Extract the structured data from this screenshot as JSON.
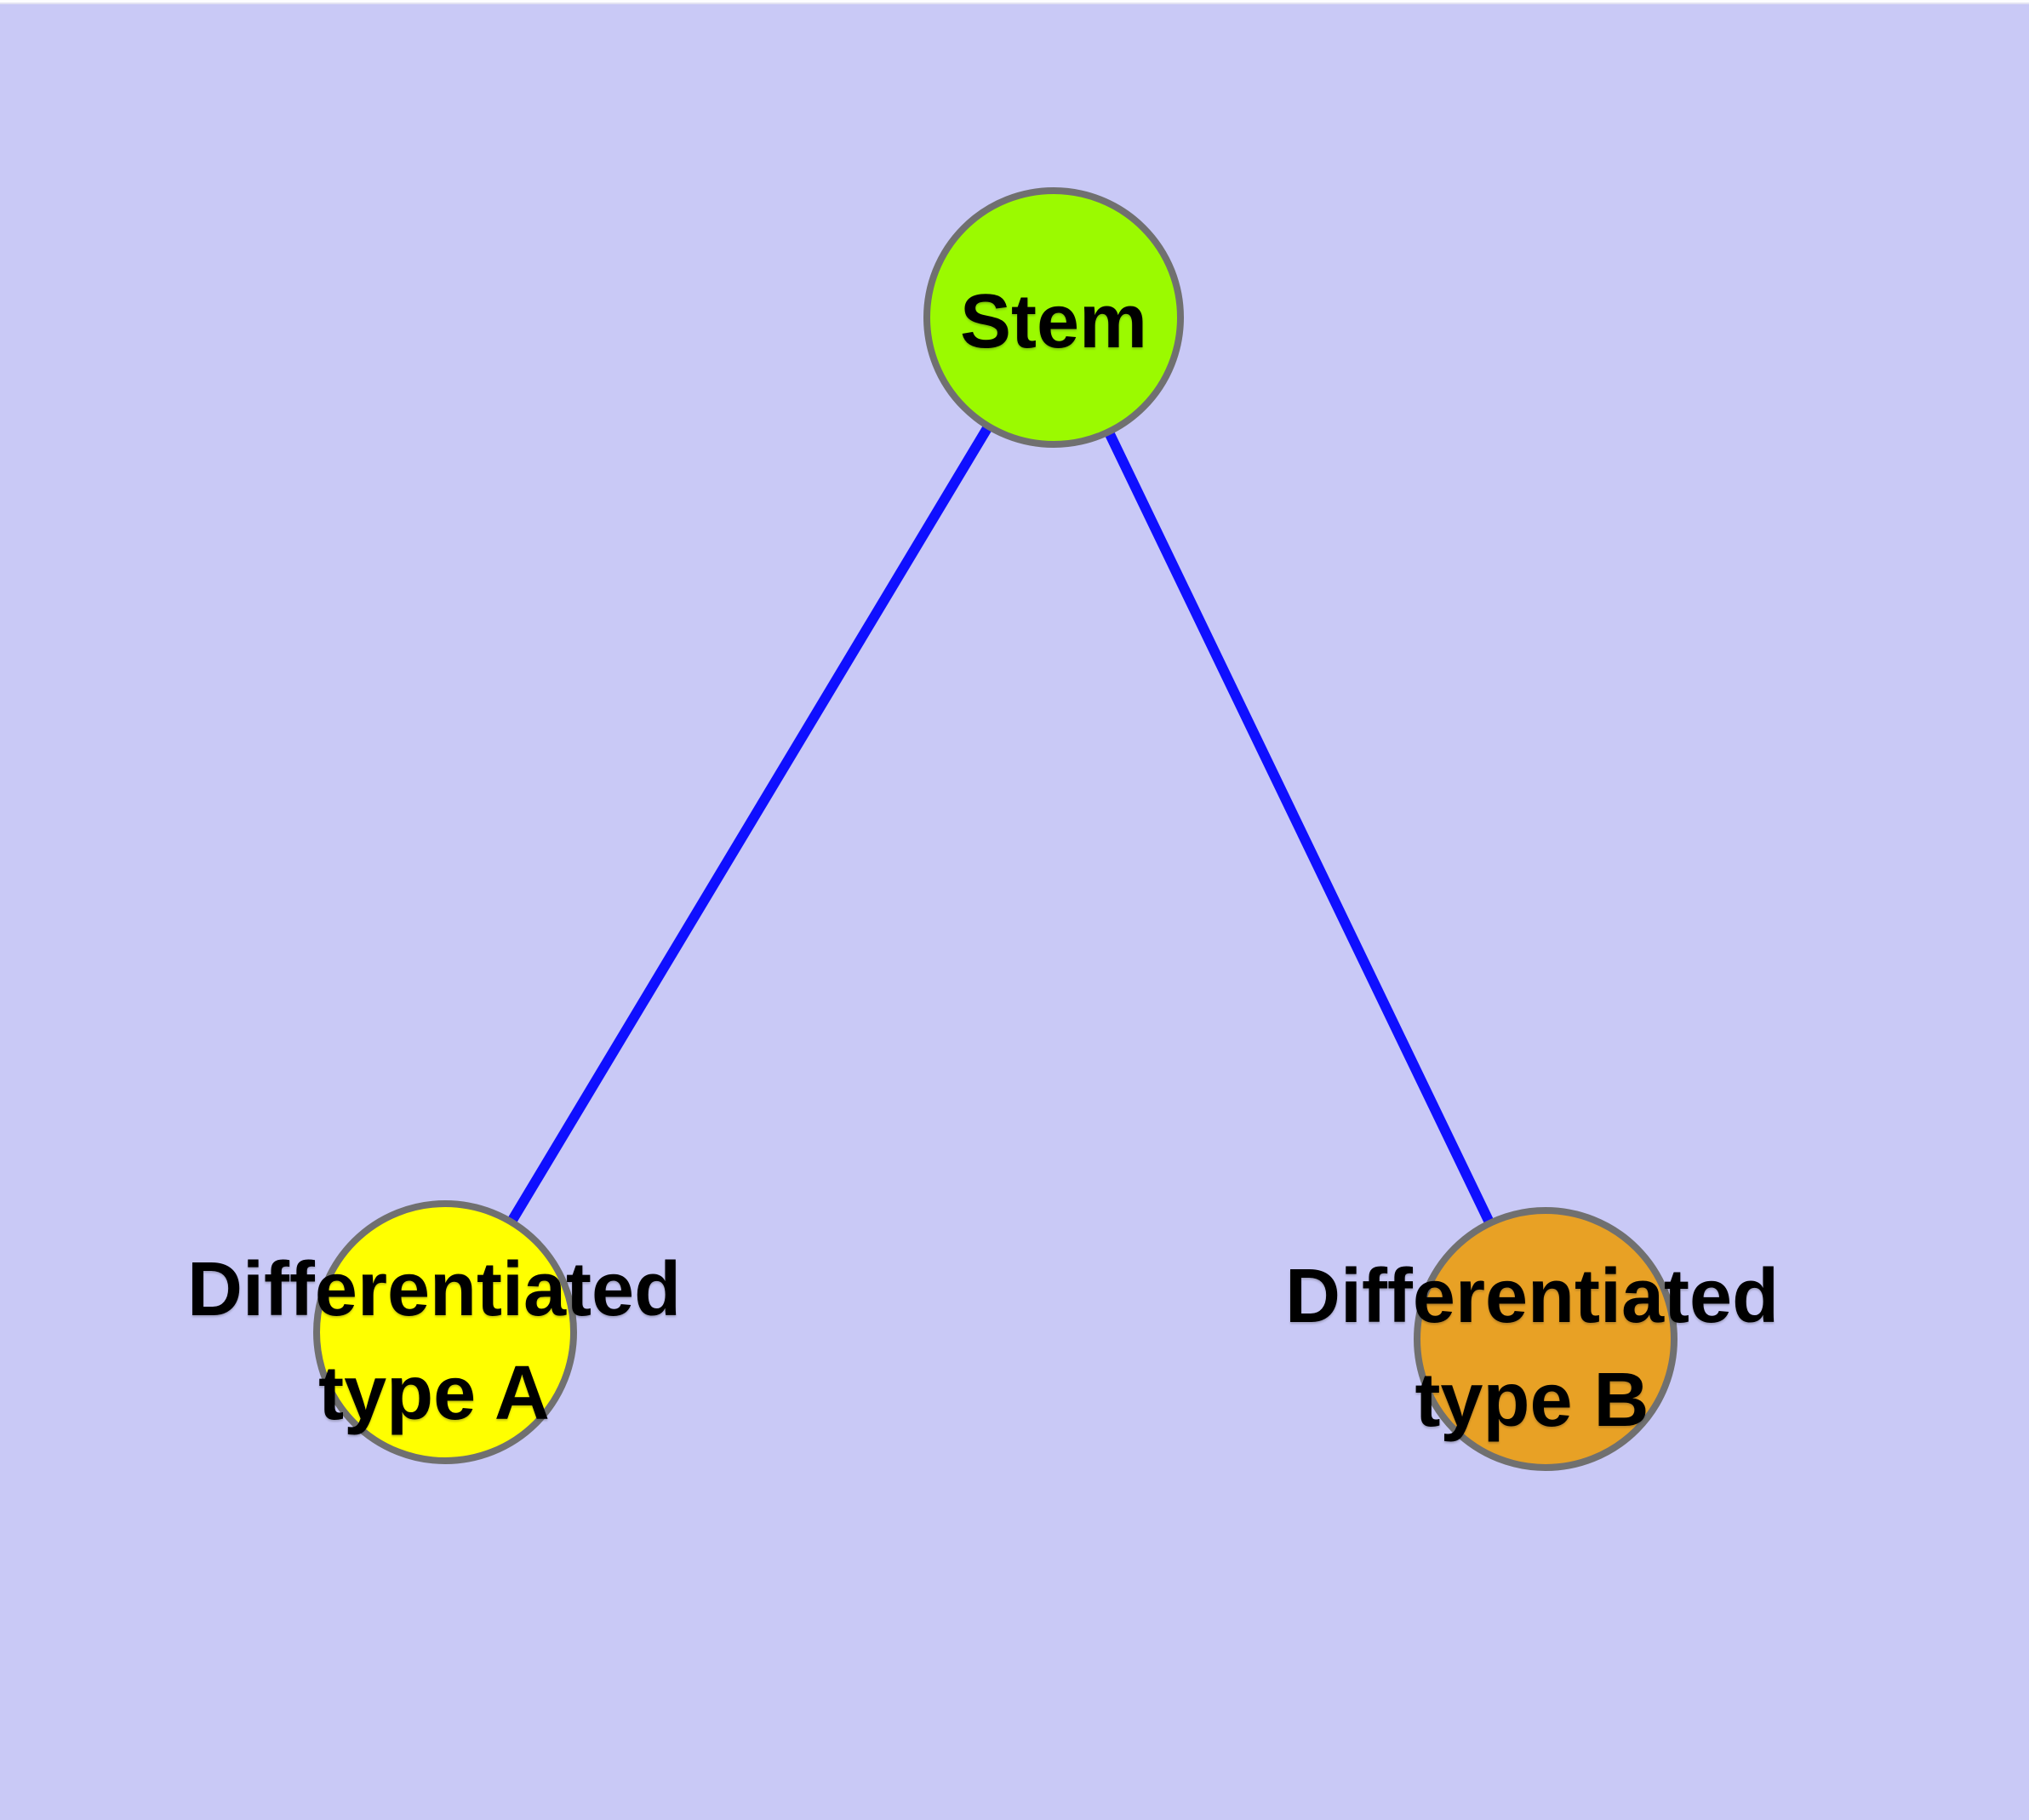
{
  "graph": {
    "background_color": "#c9c9f6",
    "edge_color": "#0f0fff",
    "node_stroke_color": "#707070",
    "nodes": [
      {
        "id": "stem",
        "label": "Stem",
        "label_line2": "",
        "color": "#9bfa00"
      },
      {
        "id": "diff-a",
        "label": "Differentiated",
        "label_line2": "type A",
        "color": "#ffff00"
      },
      {
        "id": "diff-b",
        "label": "Differentiated",
        "label_line2": "type B",
        "color": "#e8a125"
      }
    ],
    "edges": [
      {
        "from": "Stem",
        "to": "Differentiated type A"
      },
      {
        "from": "Stem",
        "to": "Differentiated type B"
      }
    ]
  }
}
